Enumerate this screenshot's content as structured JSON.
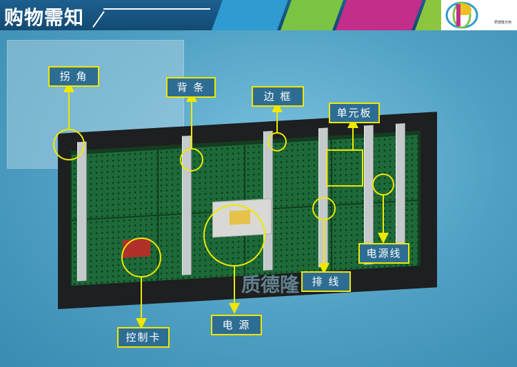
{
  "header": {
    "title": "购物需知",
    "stripe_colors": [
      "#2f9bd0",
      "#7bc443",
      "#c32e8a",
      "#8cc63f"
    ]
  },
  "logo": {
    "text": "质德隆光电"
  },
  "watermark": {
    "text": "质德隆"
  },
  "annotations": {
    "corner": "拐 角",
    "back_bar": "背 条",
    "frame_edge": "边 框",
    "unit_board": "单元板",
    "power_cable": "电源线",
    "ribbon_cable": "排 线",
    "power_supply": "电 源",
    "control_card": "控制卡"
  },
  "colors": {
    "annotation": "#f0e800",
    "label_bg": "#2e6d93"
  }
}
